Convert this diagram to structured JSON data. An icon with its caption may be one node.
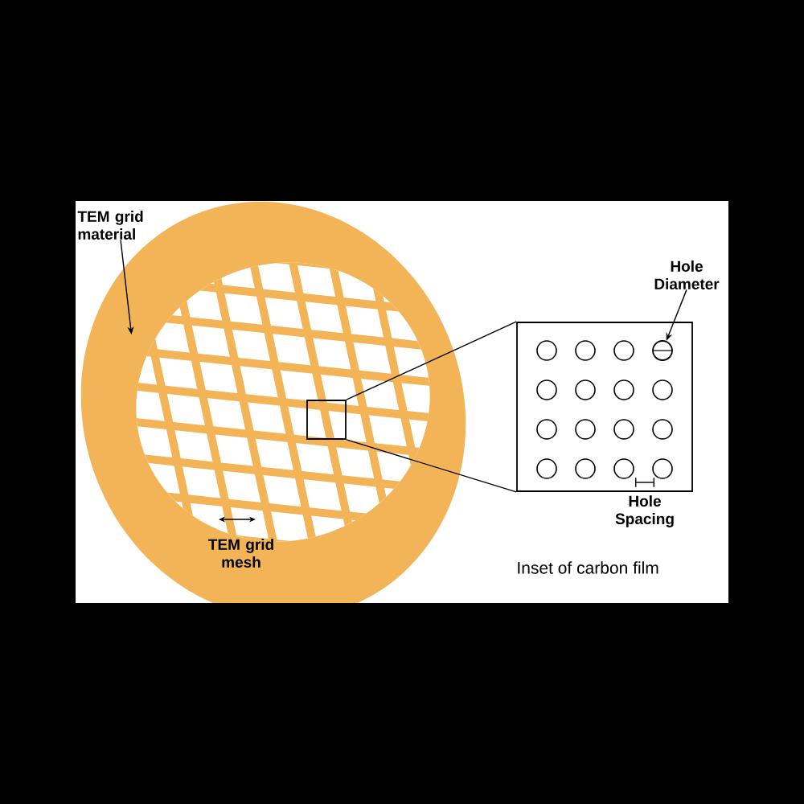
{
  "diagram": {
    "nodes": [
      {
        "text": [
          "TEM grid material"
        ]
      },
      {
        "text": [],
        "shape": "circle"
      },
      {
        "text": [],
        "shape": "box",
        "in": 1
      },
      {
        "text": [],
        "shape": "box"
      },
      {
        "text": [
          "Hole Diameter"
        ]
      },
      {
        "text": [],
        "shape": "circle",
        "in": 3
      }
    ],
    "edges": [
      {
        "from": 0,
        "to": 1,
        "arrow": "to"
      },
      {
        "from": 2,
        "to": 3,
        "arrow": "none"
      },
      {
        "from": 2,
        "to": 3,
        "arrow": "none"
      },
      {
        "from": 4,
        "to": 5,
        "arrow": "to"
      }
    ],
    "labels": [
      "TEM grid mesh",
      "Hole Spacing",
      "Inset of carbon film"
    ]
  }
}
